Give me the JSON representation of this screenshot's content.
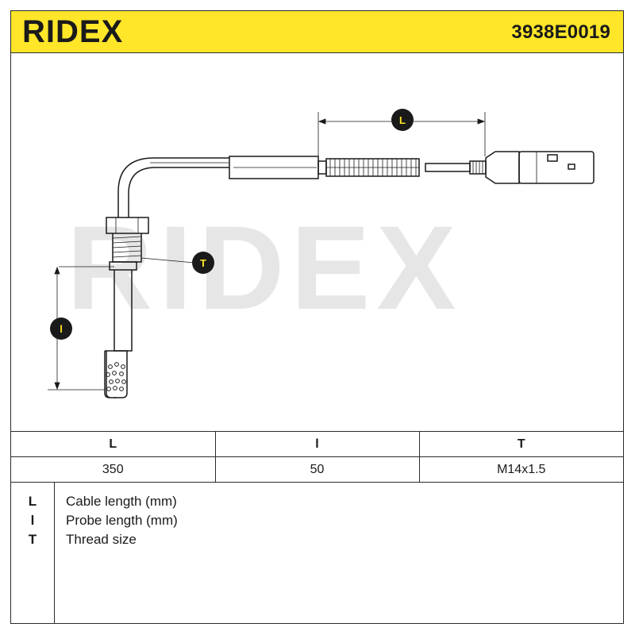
{
  "header": {
    "brand": "RIDEX",
    "part_number": "3938E0019",
    "brand_color": "#1a1a1a",
    "header_color": "#ffe629"
  },
  "diagram": {
    "watermark": "RIDEX",
    "labels": {
      "cable": "L",
      "probe": "l",
      "thread": "T"
    }
  },
  "params": {
    "columns": [
      "L",
      "l",
      "T"
    ],
    "values": [
      "350",
      "50",
      "M14x1.5"
    ]
  },
  "legend": [
    {
      "symbol": "L",
      "description": "Cable length (mm)"
    },
    {
      "symbol": "l",
      "description": "Probe length (mm)"
    },
    {
      "symbol": "T",
      "description": "Thread size"
    }
  ]
}
